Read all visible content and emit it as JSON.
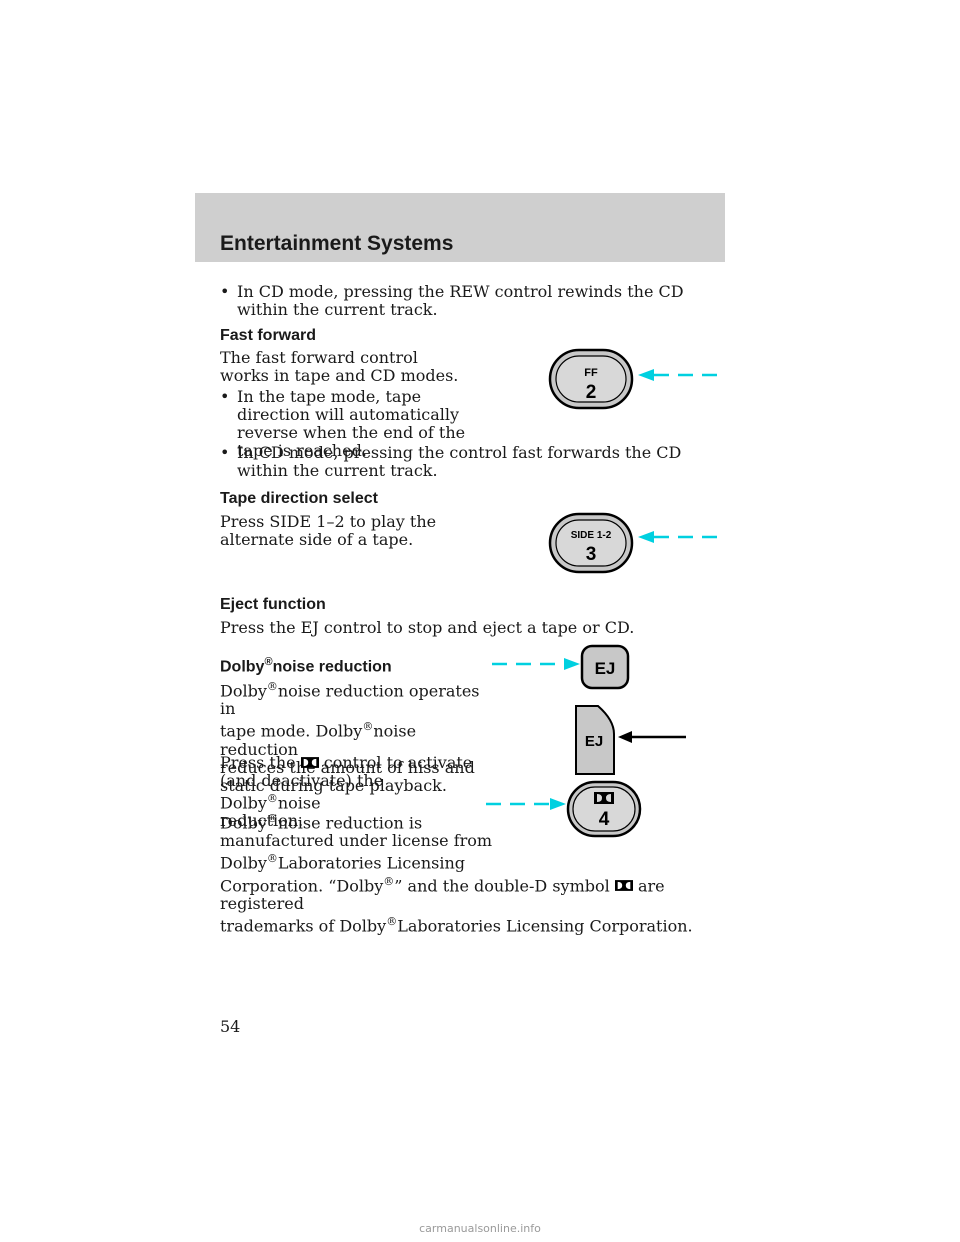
{
  "header": {
    "title": "Entertainment Systems"
  },
  "content": {
    "rew_bullet": "In CD mode, pressing the REW control rewinds the CD within the current track.",
    "ff_heading": "Fast forward",
    "ff_intro": "The fast forward control works in tape and CD modes.",
    "ff_bullet_tape": "In the tape mode, tape direction will automatically reverse when the end of the tape is reached.",
    "ff_bullet_cd": "In CD mode, pressing the control fast forwards the CD within the current track.",
    "side_heading": "Tape direction select",
    "side_text": "Press SIDE 1–2 to play the alternate side of a tape.",
    "eject_heading": "Eject function",
    "eject_text": "Press the EJ control to stop and eject a tape or CD.",
    "dolby_heading_a": "Dolby",
    "dolby_heading_b": "noise reduction",
    "dolby_p1_a": "Dolby",
    "dolby_p1_b": "noise reduction operates in",
    "dolby_p1_c": "tape mode. Dolby",
    "dolby_p1_d": "noise reduction",
    "dolby_p1_e": "reduces the amount of hiss and",
    "dolby_p1_f": "static during tape playback.",
    "dolby_p2_a": "Press the",
    "dolby_p2_b": "control to activate",
    "dolby_p2_c": "(and deactivate) the Dolby",
    "dolby_p2_d": "noise",
    "dolby_p2_e": "reduction.",
    "dolby_p3_a": "Dolby",
    "dolby_p3_b": "noise reduction is",
    "dolby_p3_c": "manufactured under license from",
    "dolby_p3_d": "Dolby",
    "dolby_p3_e": "Laboratories Licensing",
    "dolby_p3_f": "Corporation. “Dolby",
    "dolby_p3_g": "” and the double-D symbol",
    "dolby_p3_h": "are registered",
    "dolby_p3_i": "trademarks of Dolby",
    "dolby_p3_j": "Laboratories Licensing Corporation.",
    "trademark": "®"
  },
  "buttons": {
    "ff": {
      "top": "FF",
      "number": "2"
    },
    "side": {
      "top": "SIDE 1-2",
      "number": "3"
    },
    "ej": {
      "label": "EJ"
    },
    "ej_side": {
      "label": "EJ"
    },
    "dolby": {
      "number": "4"
    }
  },
  "footer": {
    "page_number": "54",
    "watermark": "carmanualsonline.info"
  },
  "colors": {
    "arrow": "#00d0e0",
    "band": "#cfcfcf",
    "button_ring": "#000000",
    "button_fill": "#c8c8c8"
  }
}
